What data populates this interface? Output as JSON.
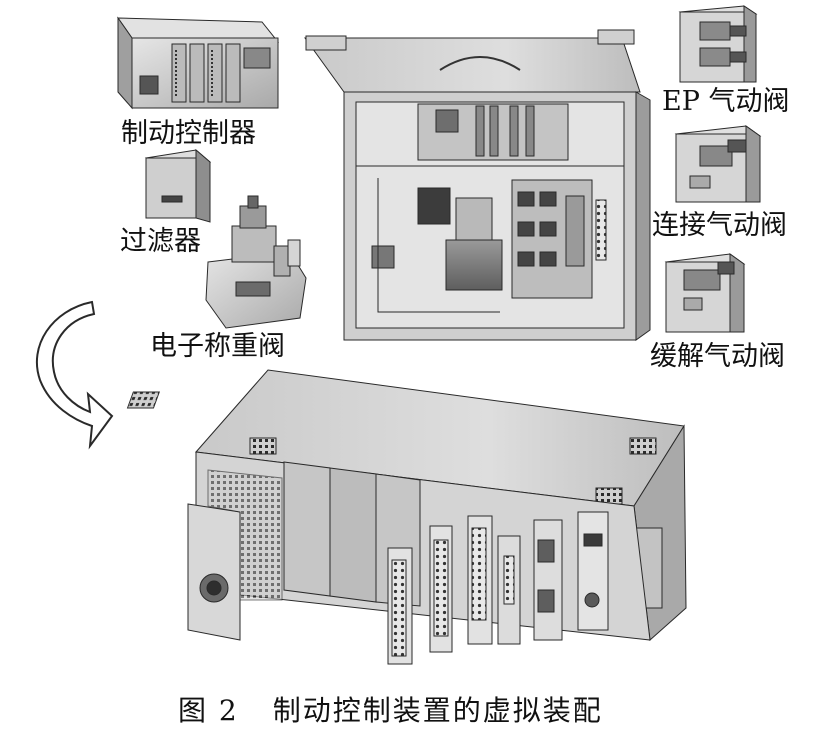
{
  "labels": {
    "brake_controller": "制动控制器",
    "filter": "过滤器",
    "weighing_valve": "电子称重阀",
    "ep_valve": "EP 气动阀",
    "connect_valve": "连接气动阀",
    "release_valve": "缓解气动阀"
  },
  "caption": {
    "figure_number": "图 2",
    "title": "制动控制装置的虚拟装配"
  },
  "colors": {
    "metal_light": "#d9d9d9",
    "metal_mid": "#b5b5b5",
    "metal_dark": "#6f6f6f",
    "line": "#2a2a2a"
  }
}
